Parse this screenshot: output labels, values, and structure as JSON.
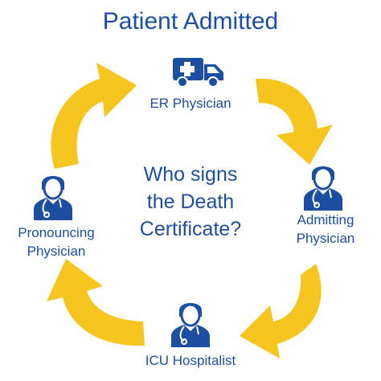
{
  "title": "Patient Admitted",
  "center_question": {
    "line1": "Who signs",
    "line2": "the Death",
    "line3": "Certificate?"
  },
  "nodes": {
    "er": {
      "label": "ER Physician",
      "icon": "ambulance-icon"
    },
    "admitting": {
      "line1": "Admitting",
      "line2": "Physician",
      "icon": "doctor-icon"
    },
    "icu": {
      "label": "ICU Hospitalist",
      "icon": "doctor-icon"
    },
    "pronouncing": {
      "line1": "Pronouncing",
      "line2": "Physician",
      "icon": "doctor-icon"
    }
  },
  "colors": {
    "text": "#1c4fa1",
    "icon": "#1c4fa1",
    "arrow": "#f7c520"
  },
  "arrow_icon": "curved-arrow-icon"
}
